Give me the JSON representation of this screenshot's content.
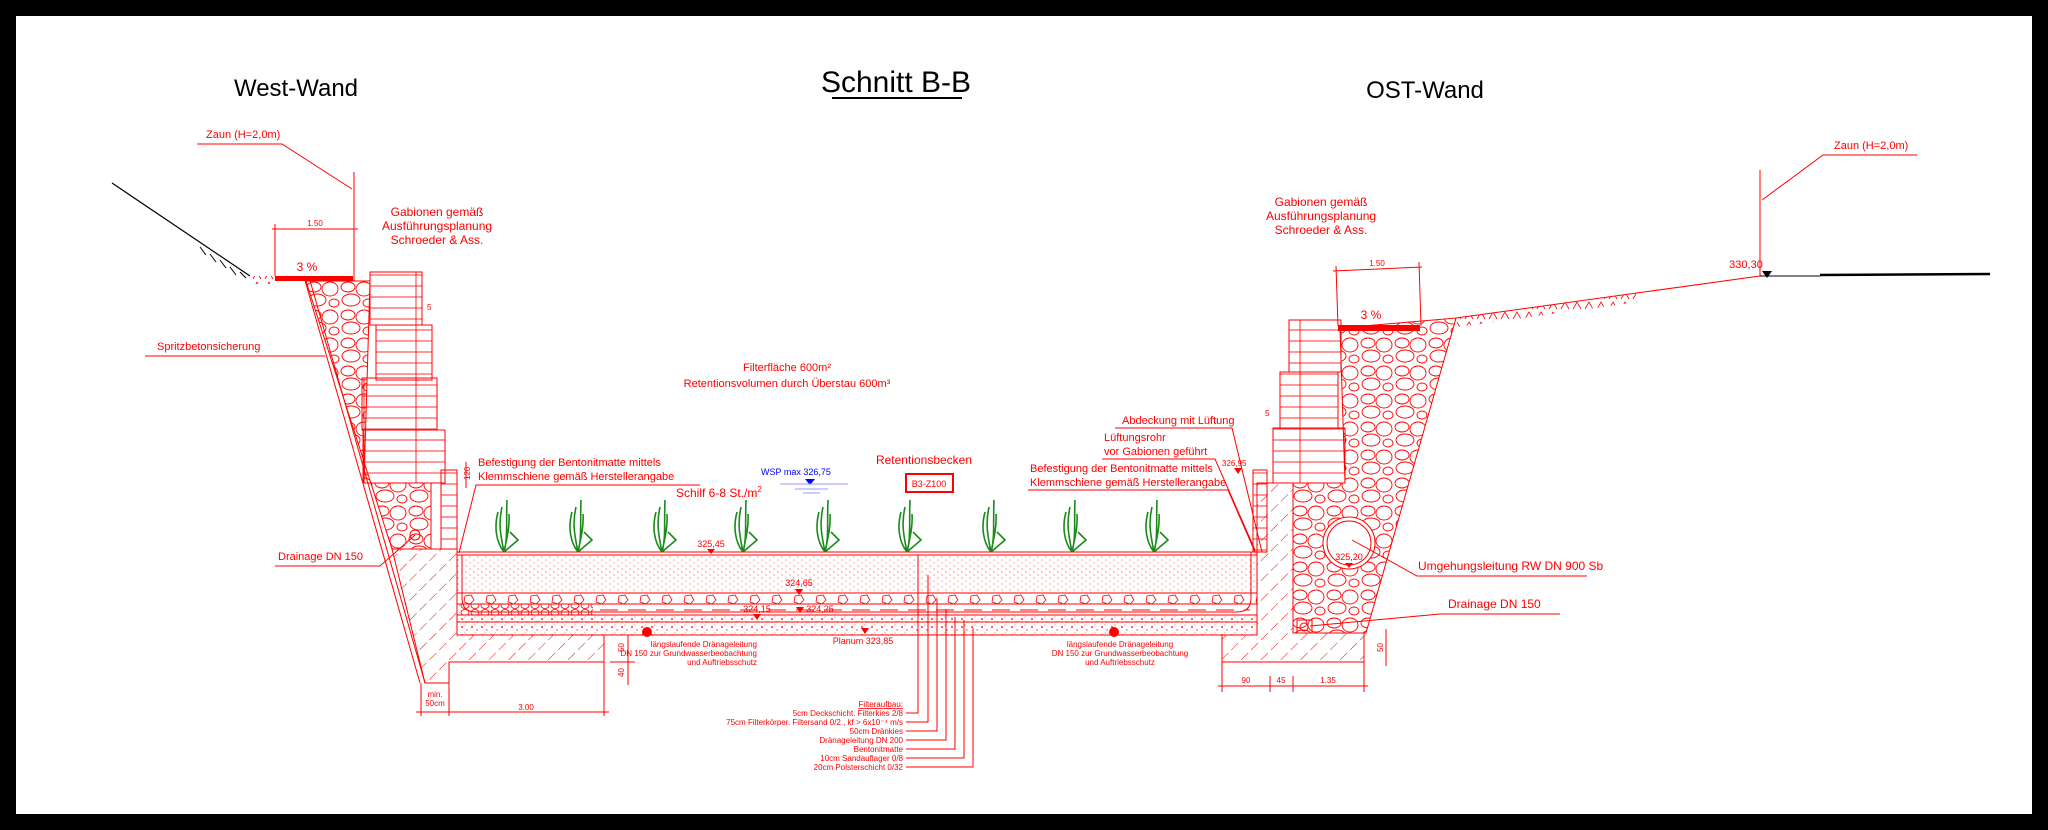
{
  "title": "Schnitt B-B",
  "west_wall": {
    "heading": "West-Wand",
    "fence_label": "Zaun (H=2,0m)",
    "gabion_note": [
      "Gabionen gemäß",
      "Ausführungsplanung",
      "Schroeder & Ass."
    ],
    "width_dim": "1.50",
    "slope": "3 %",
    "shotcrete_label": "Spritzbetonsicherung",
    "drainage_label": "Drainage DN 150",
    "gabion_offset_dim": "5",
    "clamp_dim": "120",
    "clamp_note": [
      "Befestigung der Bentonitmatte mittels",
      "Klemmschiene gemäß Herstellerangabe"
    ]
  },
  "east_wall": {
    "heading": "OST-Wand",
    "fence_label": "Zaun (H=2,0m)",
    "gabion_note": [
      "Gabionen gemäß",
      "Ausführungsplanung",
      "Schroeder & Ass."
    ],
    "width_dim": "1.50",
    "slope": "3 %",
    "ground_elevation": "330,30",
    "cover_label": "Abdeckung mit Lüftung",
    "vent_label": [
      "Lüftungsrohr",
      "vor Gabionen geführt"
    ],
    "vent_elevation": "326,95",
    "clamp_note": [
      "Befestigung der Bentonitmatte mittels",
      "Klemmschiene gemäß Herstellerangabe"
    ],
    "bypass_label": "Umgehungsleitung RW DN 900 Sb",
    "bypass_elevation": "325,20",
    "drainage_label": "Drainage DN 150",
    "gabion_offset_dim": "5"
  },
  "basin": {
    "summary": [
      "Filterfläche 600m²",
      "Retentionsvolumen durch Überstau 600m³"
    ],
    "name": "Retentionsbecken",
    "code": "B3-Z100",
    "water_level": "WSP max 326,75",
    "reed_label": "Schilf 6-8 St./m",
    "reed_label_sup": "2",
    "elevations": {
      "top": "325,45",
      "sand_bottom": "324,65",
      "drain_a": "324,15",
      "drain_b": "324,25",
      "planum": "Planum 323,85"
    },
    "drain_note_left": [
      "längslaufende Dränageleitung",
      "DN 150 zur Grundwasserbeobachtung",
      "und Auftriebsschutz"
    ],
    "drain_note_right": [
      "längslaufende Dränageleitung",
      "DN 150 zur Grundwasserbeobachtung",
      "und Auftriebsschutz"
    ],
    "plant_count": 9
  },
  "dimensions": {
    "left_footing_height": "50",
    "left_footing_step": "40",
    "left_min": [
      "min.",
      "50cm"
    ],
    "left_width": "3.00",
    "right_a": "90",
    "right_b": "45",
    "right_c": "1.35",
    "right_height": "50"
  },
  "filter_build": {
    "heading": "Filteraufbau:",
    "layers": [
      "5cm    Deckschicht. Filterkies 2/8",
      "75cm  Filterkörper. Filtersand 0/2 , kf > 6x10⁻⁴ m/s",
      "50cm  Dränkies",
      "Dränageleitung DN 200",
      "Bentonitmatte",
      "10cm Sandauflager 0/8",
      "20cm Polsterschicht 0/32"
    ]
  },
  "colors": {
    "line": "#ff0000",
    "water": "#0000ff",
    "plant": "#1a8a1a",
    "ground": "#000000"
  }
}
